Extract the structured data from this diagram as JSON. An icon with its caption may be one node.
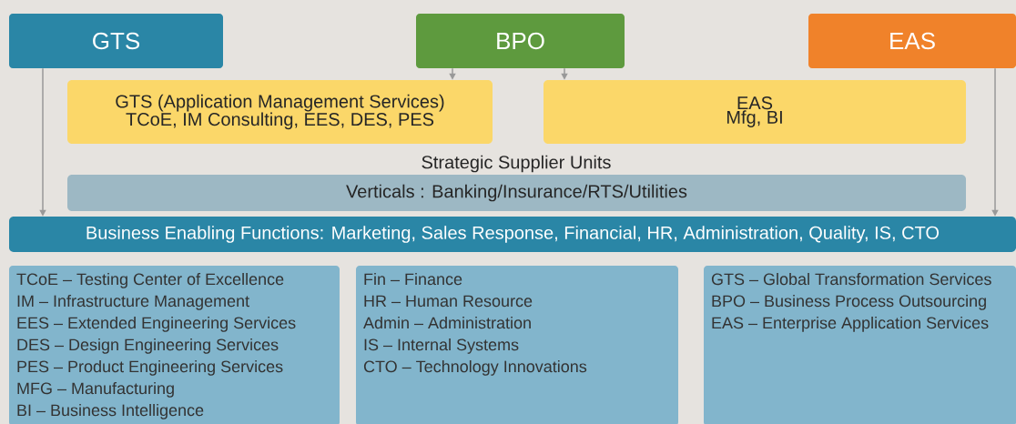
{
  "diagram": {
    "nodes": [
      {
        "text": [
          "GTS"
        ]
      },
      {
        "text": [
          "BPO"
        ]
      },
      {
        "text": [
          "EAS"
        ]
      },
      {
        "text": [
          "GTS (Application Management Services)",
          "TCoE, IM Consulting, EES, DES, PES"
        ]
      },
      {
        "text": [
          "EAS",
          "Mfg, BI"
        ]
      },
      {
        "text": [
          "Verticals : Banking/Insurance/RTS/Utilities"
        ]
      },
      {
        "text": [
          "Business Enabling Functions: Marketing, Sales Response, Financial, HR, Administration, Quality, IS, CTO"
        ]
      },
      {
        "text": [
          "TCoE – Testing Center of Excellence",
          "IM – Infrastructure Management",
          "EES – Extended Engineering Services",
          "DES – Design Engineering Services",
          "PES – Product Engineering Services",
          "MFG – Manufacturing",
          "BI – Business Intelligence"
        ]
      },
      {
        "text": [
          "Fin – Finance",
          "HR – Human Resource",
          "Admin – Administration",
          "IS – Internal Systems",
          "CTO – Technology Innovations"
        ]
      },
      {
        "text": [
          "GTS – Global Transformation Services",
          "BPO – Business Process Outsourcing",
          "EAS – Enterprise Application Services"
        ]
      }
    ],
    "edges": [
      {
        "from": 0,
        "to": 6,
        "arrow": "to"
      },
      {
        "from": 2,
        "to": 6,
        "arrow": "to"
      },
      {
        "from": 1,
        "to": 3,
        "arrow": "to"
      },
      {
        "from": 1,
        "to": 4,
        "arrow": "to"
      }
    ],
    "labels": [
      "Strategic Supplier Units"
    ]
  }
}
